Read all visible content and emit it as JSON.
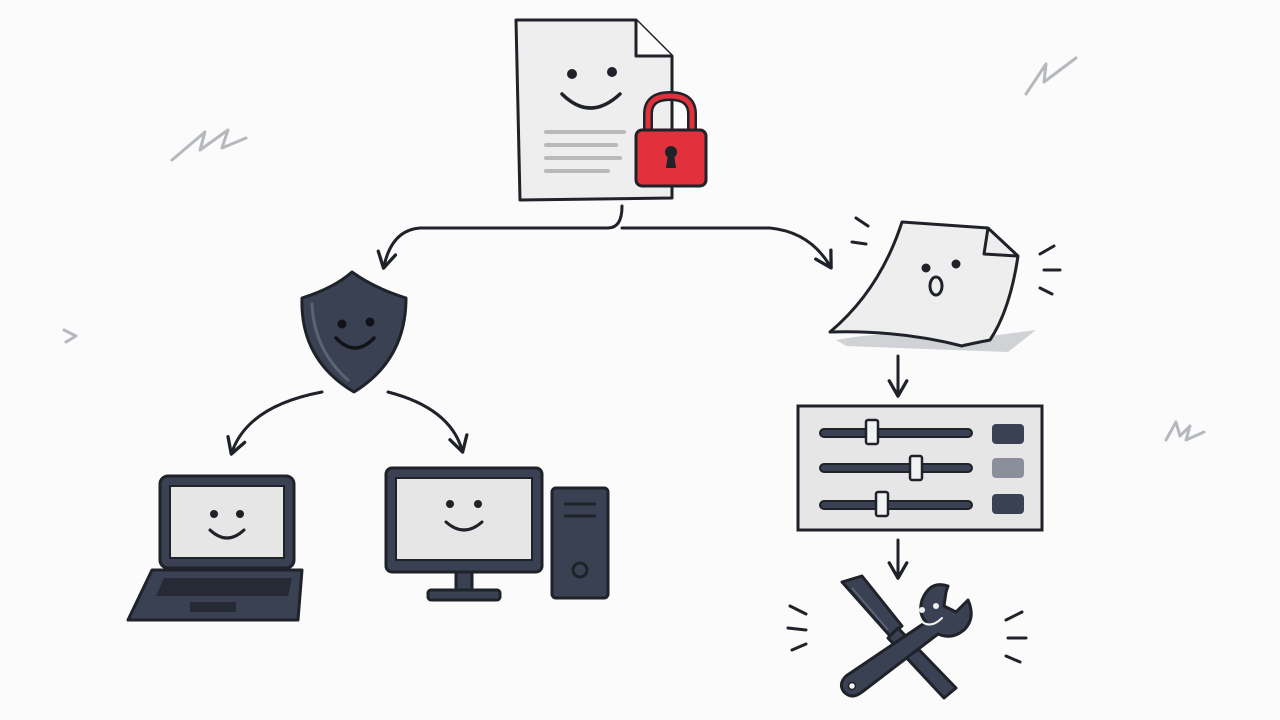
{
  "colors": {
    "ink": "#1f2228",
    "navy": "#3a4152",
    "paper": "#eeeeee",
    "screen": "#e6e6e6",
    "lock_red": "#e0313c",
    "text_lines": "#b9b9b9",
    "scribble": "#b5b8bd"
  },
  "nodes": [
    {
      "id": "locked-document",
      "icon": "document-lock-icon",
      "expression": "smile"
    },
    {
      "id": "shield",
      "icon": "shield-icon",
      "expression": "smile"
    },
    {
      "id": "laptop",
      "icon": "laptop-icon",
      "expression": "smile"
    },
    {
      "id": "desktop",
      "icon": "desktop-computer-icon",
      "expression": "smile"
    },
    {
      "id": "crumpled-document",
      "icon": "crumpled-document-icon",
      "expression": "surprised"
    },
    {
      "id": "settings-panel",
      "icon": "sliders-panel-icon",
      "sliders": 3
    },
    {
      "id": "tools",
      "icon": "wrench-screwdriver-icon",
      "expression": "smile"
    }
  ],
  "edges": [
    {
      "from": "locked-document",
      "to": "shield"
    },
    {
      "from": "locked-document",
      "to": "crumpled-document"
    },
    {
      "from": "shield",
      "to": "laptop"
    },
    {
      "from": "shield",
      "to": "desktop"
    },
    {
      "from": "crumpled-document",
      "to": "settings-panel"
    },
    {
      "from": "settings-panel",
      "to": "tools"
    }
  ]
}
